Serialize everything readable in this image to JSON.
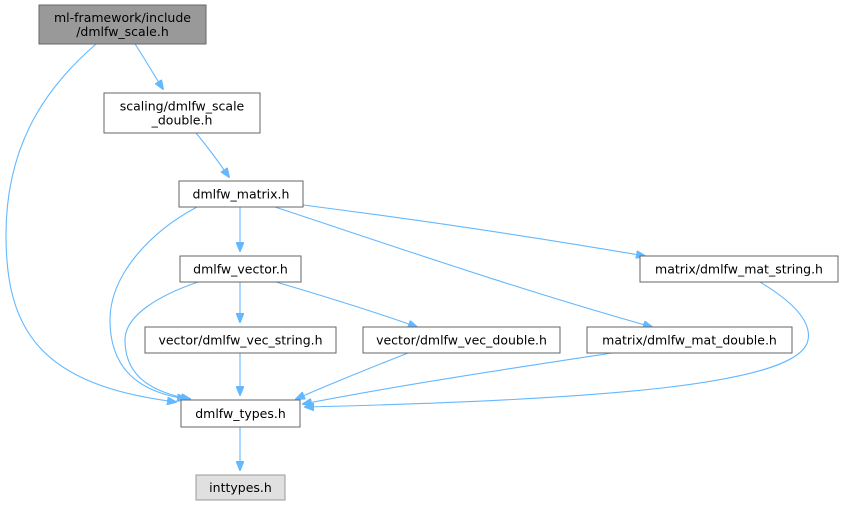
{
  "colors": {
    "edge": "#63b8ff",
    "node_border": "#666666",
    "node_fill": "#ffffff",
    "root_fill": "#999999",
    "root_border": "#666666",
    "system_fill": "#e0e0e0",
    "system_border": "#999999"
  },
  "nodes": {
    "scale": {
      "lines": [
        "ml-framework/include",
        "/dmlfw_scale.h"
      ]
    },
    "scale_double": {
      "lines": [
        "scaling/dmlfw_scale",
        "_double.h"
      ]
    },
    "matrix": {
      "lines": [
        "dmlfw_matrix.h"
      ]
    },
    "vector": {
      "lines": [
        "dmlfw_vector.h"
      ]
    },
    "mat_string": {
      "lines": [
        "matrix/dmlfw_mat_string.h"
      ]
    },
    "vec_string": {
      "lines": [
        "vector/dmlfw_vec_string.h"
      ]
    },
    "vec_double": {
      "lines": [
        "vector/dmlfw_vec_double.h"
      ]
    },
    "mat_double": {
      "lines": [
        "matrix/dmlfw_mat_double.h"
      ]
    },
    "types": {
      "lines": [
        "dmlfw_types.h"
      ]
    },
    "inttypes": {
      "lines": [
        "inttypes.h"
      ]
    }
  },
  "edges": [
    {
      "from": "scale",
      "to": "scale_double"
    },
    {
      "from": "scale",
      "to": "types"
    },
    {
      "from": "scale_double",
      "to": "matrix"
    },
    {
      "from": "matrix",
      "to": "vector"
    },
    {
      "from": "matrix",
      "to": "mat_string"
    },
    {
      "from": "matrix",
      "to": "mat_double"
    },
    {
      "from": "matrix",
      "to": "types"
    },
    {
      "from": "vector",
      "to": "vec_string"
    },
    {
      "from": "vector",
      "to": "vec_double"
    },
    {
      "from": "vector",
      "to": "types"
    },
    {
      "from": "vec_string",
      "to": "types"
    },
    {
      "from": "vec_double",
      "to": "types"
    },
    {
      "from": "mat_double",
      "to": "types"
    },
    {
      "from": "mat_string",
      "to": "types"
    },
    {
      "from": "types",
      "to": "inttypes"
    }
  ]
}
